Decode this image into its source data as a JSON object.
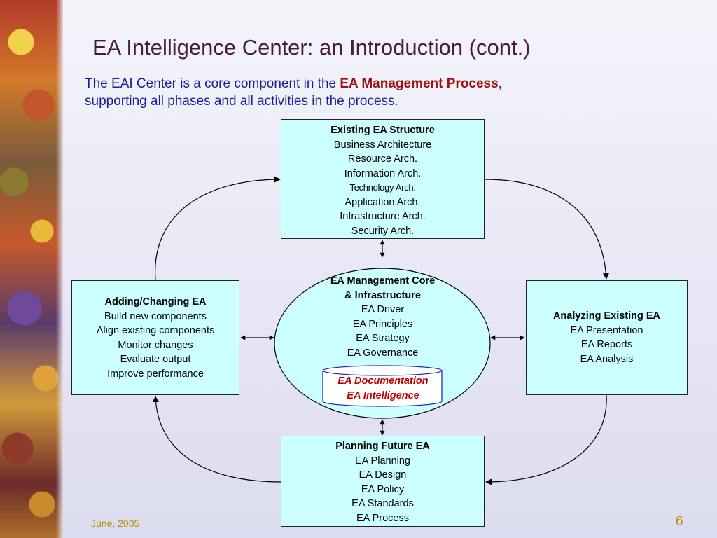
{
  "slide": {
    "title": "EA Intelligence Center: an Introduction (cont.)",
    "subtitle_prefix": "The EAI Center is a core component in the ",
    "subtitle_highlight": "EA Management Process",
    "subtitle_suffix_1": ",",
    "subtitle_line2": "supporting all phases and all activities in the process.",
    "footer_date": "June, 2005",
    "page_number": "6"
  },
  "boxes": {
    "top": {
      "title": "Existing EA Structure",
      "items": [
        "Business Architecture",
        "Resource Arch.",
        "Information Arch.",
        "Technology Arch.",
        "Application Arch.",
        "Infrastructure Arch.",
        "Security Arch."
      ]
    },
    "left": {
      "title": "Adding/Changing EA",
      "items": [
        "Build new components",
        "Align existing components",
        "Monitor changes",
        "Evaluate output",
        "Improve performance"
      ]
    },
    "right": {
      "title": "Analyzing Existing EA",
      "items": [
        "EA Presentation",
        "EA Reports",
        "EA Analysis"
      ]
    },
    "bottom": {
      "title": "Planning Future EA",
      "items": [
        "EA Planning",
        "EA Design",
        "EA Policy",
        "EA Standards",
        "EA Process"
      ]
    }
  },
  "core": {
    "title_line1": "EA Management Core",
    "title_line2": "& Infrastructure",
    "items": [
      "EA Driver",
      "EA Principles",
      "EA Strategy",
      "EA Governance"
    ],
    "doc_line1": "EA Documentation",
    "doc_line2": "EA Intelligence"
  },
  "colors": {
    "box_fill": "#ccffff",
    "title": "#4a1a3a",
    "subtitle": "#1c1c9a",
    "highlight": "#a01010",
    "doc_text": "#c00000",
    "footer": "#b09000"
  }
}
